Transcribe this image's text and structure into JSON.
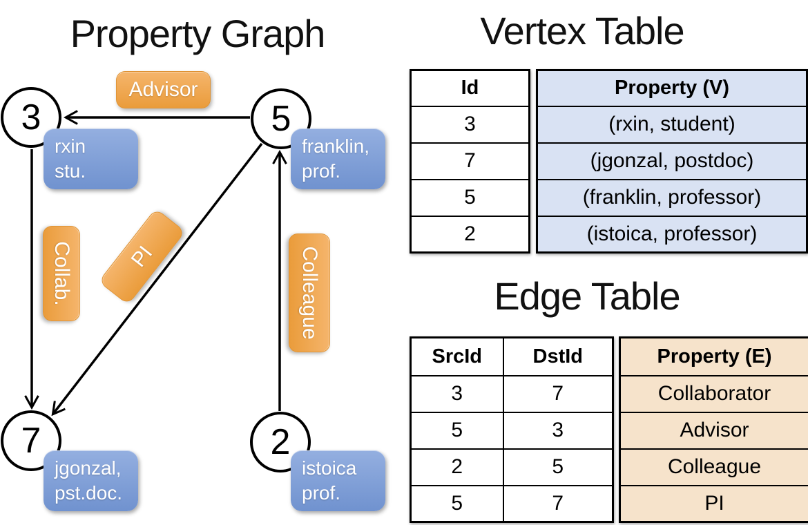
{
  "titles": {
    "graph": "Property Graph",
    "vertex_table": "Vertex Table",
    "edge_table": "Edge Table"
  },
  "graph": {
    "nodes": [
      {
        "id": "3",
        "property_lines": [
          "rxin",
          "stu."
        ]
      },
      {
        "id": "5",
        "property_lines": [
          "franklin,",
          "prof."
        ]
      },
      {
        "id": "7",
        "property_lines": [
          "jgonzal,",
          "pst.doc."
        ]
      },
      {
        "id": "2",
        "property_lines": [
          "istoica",
          "prof."
        ]
      }
    ],
    "edge_labels": {
      "advisor": "Advisor",
      "collab": "Collab.",
      "pi": "PI",
      "colleague": "Colleague"
    }
  },
  "vertex_table": {
    "headers": [
      "Id",
      "Property (V)"
    ],
    "rows": [
      [
        "3",
        "(rxin, student)"
      ],
      [
        "7",
        "(jgonzal, postdoc)"
      ],
      [
        "5",
        "(franklin, professor)"
      ],
      [
        "2",
        "(istoica, professor)"
      ]
    ]
  },
  "edge_table": {
    "headers": [
      "SrcId",
      "DstId",
      "Property (E)"
    ],
    "rows": [
      [
        "3",
        "7",
        "Collaborator"
      ],
      [
        "5",
        "3",
        "Advisor"
      ],
      [
        "2",
        "5",
        "Colleague"
      ],
      [
        "5",
        "7",
        "PI"
      ]
    ]
  },
  "colors": {
    "edge_label_top": "#f5b56c",
    "edge_label_bottom": "#ea9c3b",
    "node_callout_top": "#94afe0",
    "node_callout_bottom": "#7092cf",
    "vertex_property_bg": "#d9e2f3",
    "edge_property_bg": "#f6e3cb",
    "line_color": "#000000"
  }
}
